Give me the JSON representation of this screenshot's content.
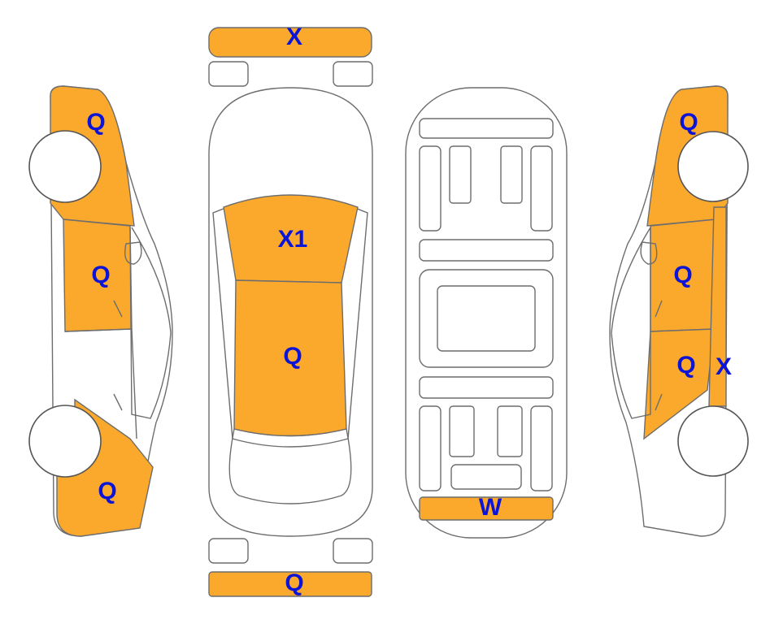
{
  "colors": {
    "damage_fill": "#fba92c",
    "label": "#0c15d6",
    "outline": "#6d6d6d",
    "background": "#ffffff"
  },
  "labels": {
    "front_bumper": "X",
    "rear_bumper": "Q",
    "hood": "X1",
    "roof": "Q",
    "underbody_rear": "W",
    "left_front_fender": "Q",
    "left_front_door": "Q",
    "left_rear_quarter": "Q",
    "right_front_fender": "Q",
    "right_front_door": "Q",
    "right_rear_door": "Q",
    "right_rocker": "X"
  }
}
